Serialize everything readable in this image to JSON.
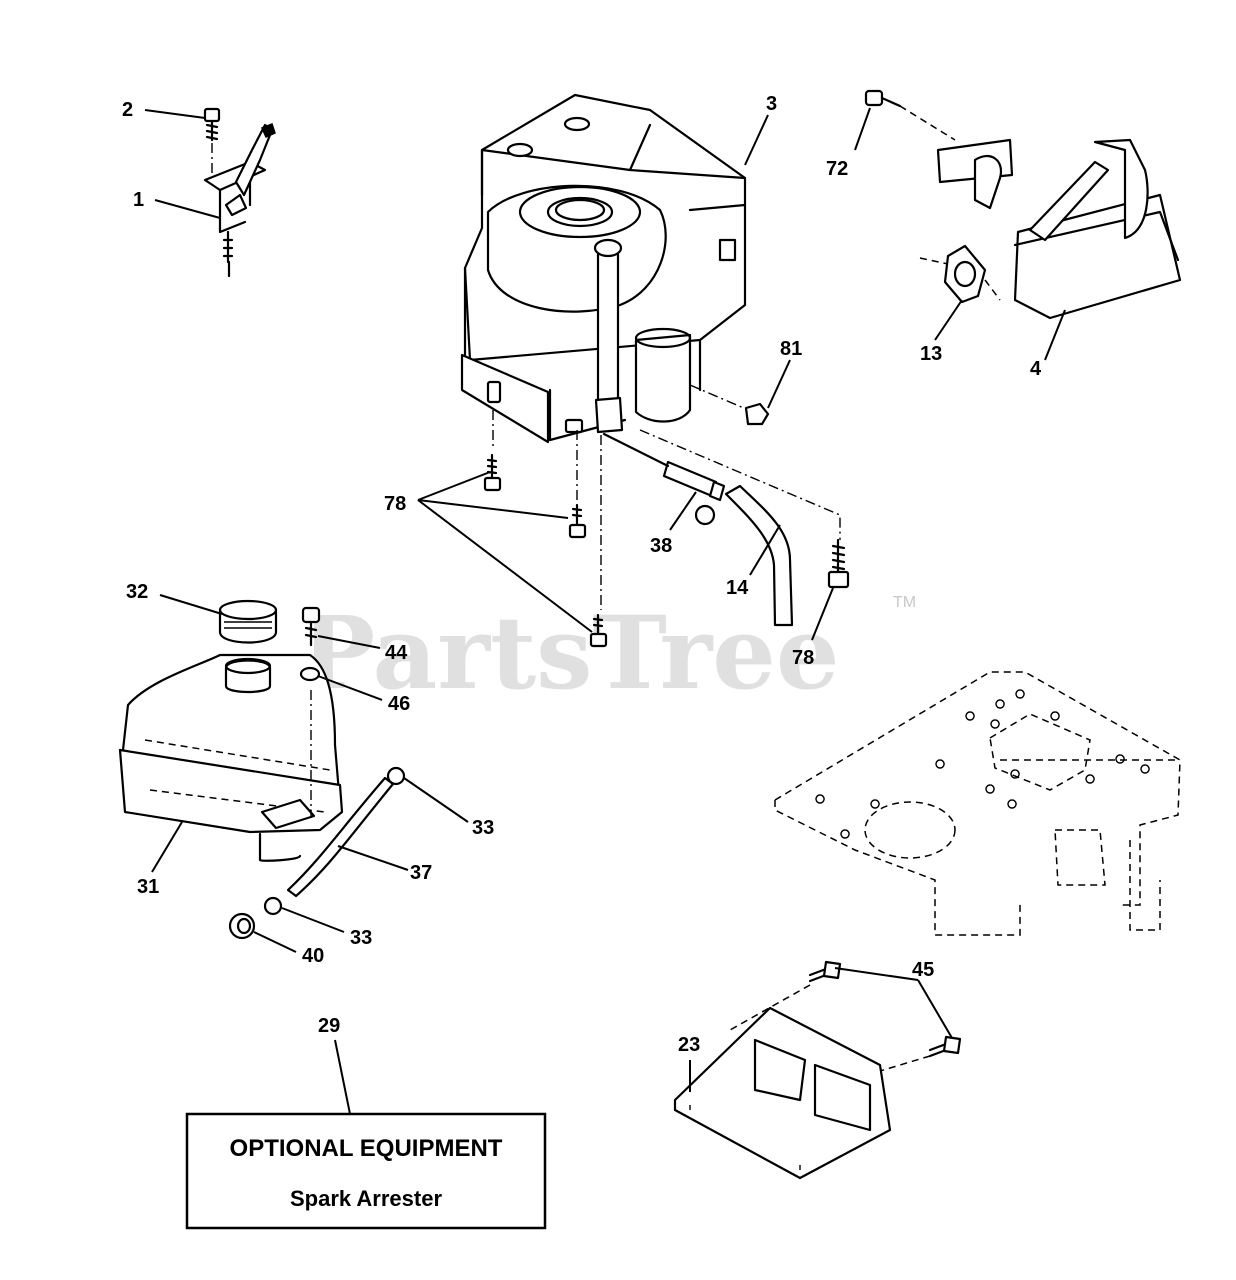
{
  "watermark": {
    "text": "PartsTree",
    "trademark": "TM"
  },
  "callouts": {
    "c1": "1",
    "c2": "2",
    "c3": "3",
    "c4": "4",
    "c13": "13",
    "c14": "14",
    "c23": "23",
    "c29": "29",
    "c31": "31",
    "c32": "32",
    "c33a": "33",
    "c33b": "33",
    "c37": "37",
    "c38": "38",
    "c40": "40",
    "c44": "44",
    "c45": "45",
    "c46": "46",
    "c72": "72",
    "c78a": "78",
    "c78b": "78",
    "c81": "81"
  },
  "optional_box": {
    "title": "OPTIONAL EQUIPMENT",
    "subtitle": "Spark Arrester"
  },
  "parts": {
    "p1": "throttle-control",
    "p2": "control-screw",
    "p3": "engine",
    "p4": "muffler",
    "p13": "muffler-gasket",
    "p14": "oil-drain-hose",
    "p23": "heat-shield",
    "p31": "fuel-tank",
    "p32": "fuel-cap",
    "p33": "hose-clamp",
    "p37": "fuel-line",
    "p38": "drain-valve",
    "p40": "tank-bushing",
    "p44": "tank-screw",
    "p45": "shield-screws",
    "p46": "washer",
    "p72": "exhaust-bolt",
    "p78": "engine-bolts",
    "p81": "nut",
    "frame": "chassis-frame"
  }
}
